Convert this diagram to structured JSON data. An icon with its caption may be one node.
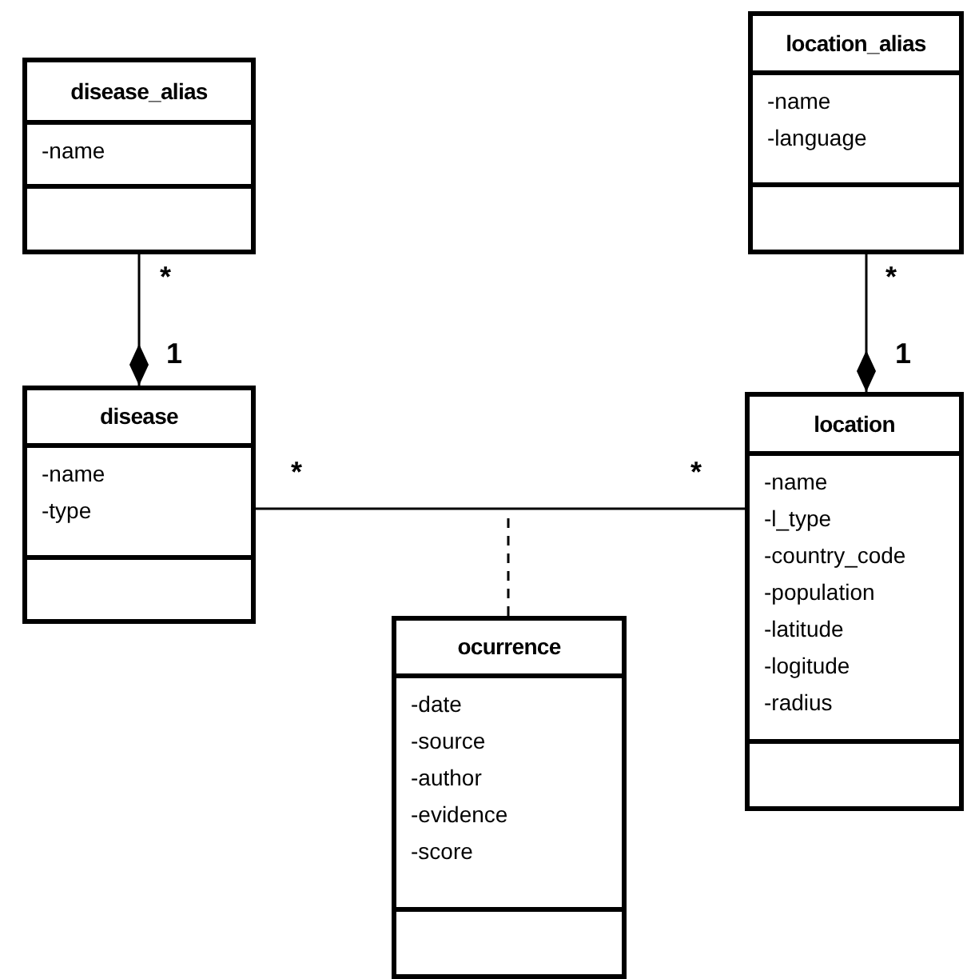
{
  "diagram": {
    "nodes": [
      {
        "text": [
          "disease_alias",
          "-name"
        ]
      },
      {
        "text": [
          "location_alias",
          "-name",
          "-language"
        ]
      },
      {
        "text": [
          "disease",
          "-name",
          "-type"
        ]
      },
      {
        "text": [
          "location",
          "-name",
          "-l_type",
          "-country_code",
          "-population",
          "-latitude",
          "-logitude",
          "-radius"
        ]
      },
      {
        "text": [
          "ocurrence",
          "-date",
          "-source",
          "-author",
          "-evidence",
          "-score"
        ]
      }
    ],
    "edges": [
      {
        "from": 0,
        "to": 2,
        "arrow": "other"
      },
      {
        "from": 1,
        "to": 3,
        "arrow": "other"
      },
      {
        "from": 2,
        "to": 3,
        "arrow": "none"
      },
      {
        "from": 4,
        "to": null,
        "arrow": "none",
        "style": "dashed"
      }
    ],
    "labels": [
      "*",
      "1",
      "*",
      "1",
      "*",
      "*"
    ]
  }
}
